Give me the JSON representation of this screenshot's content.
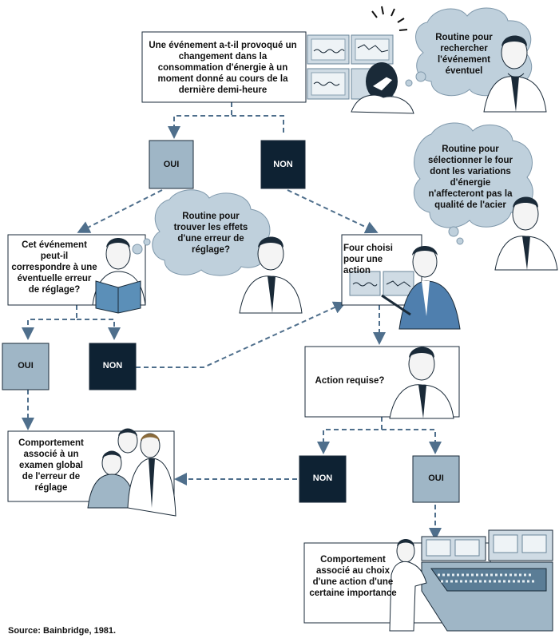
{
  "colors": {
    "oui_fill": "#9fb6c6",
    "non_fill": "#0e2233",
    "cloud_fill": "#bfd0dc",
    "arrow": "#4f6f8c",
    "box_border": "#1a2a38"
  },
  "boxes": {
    "event_question": "Une événement a-t-il provoqué un changement dans la consommation d'énergie à un moment donné au cours de la dernière demi-heure",
    "setting_error_question": "Cet événement peut-il correspondre à une éventuelle erreur de réglage?",
    "furnace_chosen": "Four choisi pour une action",
    "action_required": "Action requise?",
    "behavior_global": "Comportement associé à un examen global de l'erreur de réglage",
    "behavior_choice": "Comportement associé au choix d'une action d'une certaine importance"
  },
  "clouds": {
    "search_routine": "Routine pour rechercher l'événement éventuel",
    "select_routine": "Routine pour sélectionner le four dont les variations d'énergie n'affecteront pas la qualité de l'acier",
    "effects_routine": "Routine pour trouver les effets d'une erreur de réglage?"
  },
  "decisions": {
    "oui": "OUI",
    "non": "NON"
  },
  "icons": [
    "monitor-screens-icon",
    "operator-person-icon",
    "book-reader-icon",
    "engineers-group-icon",
    "control-console-icon",
    "thinking-person-icon"
  ],
  "source": "Source: Bainbridge, 1981."
}
